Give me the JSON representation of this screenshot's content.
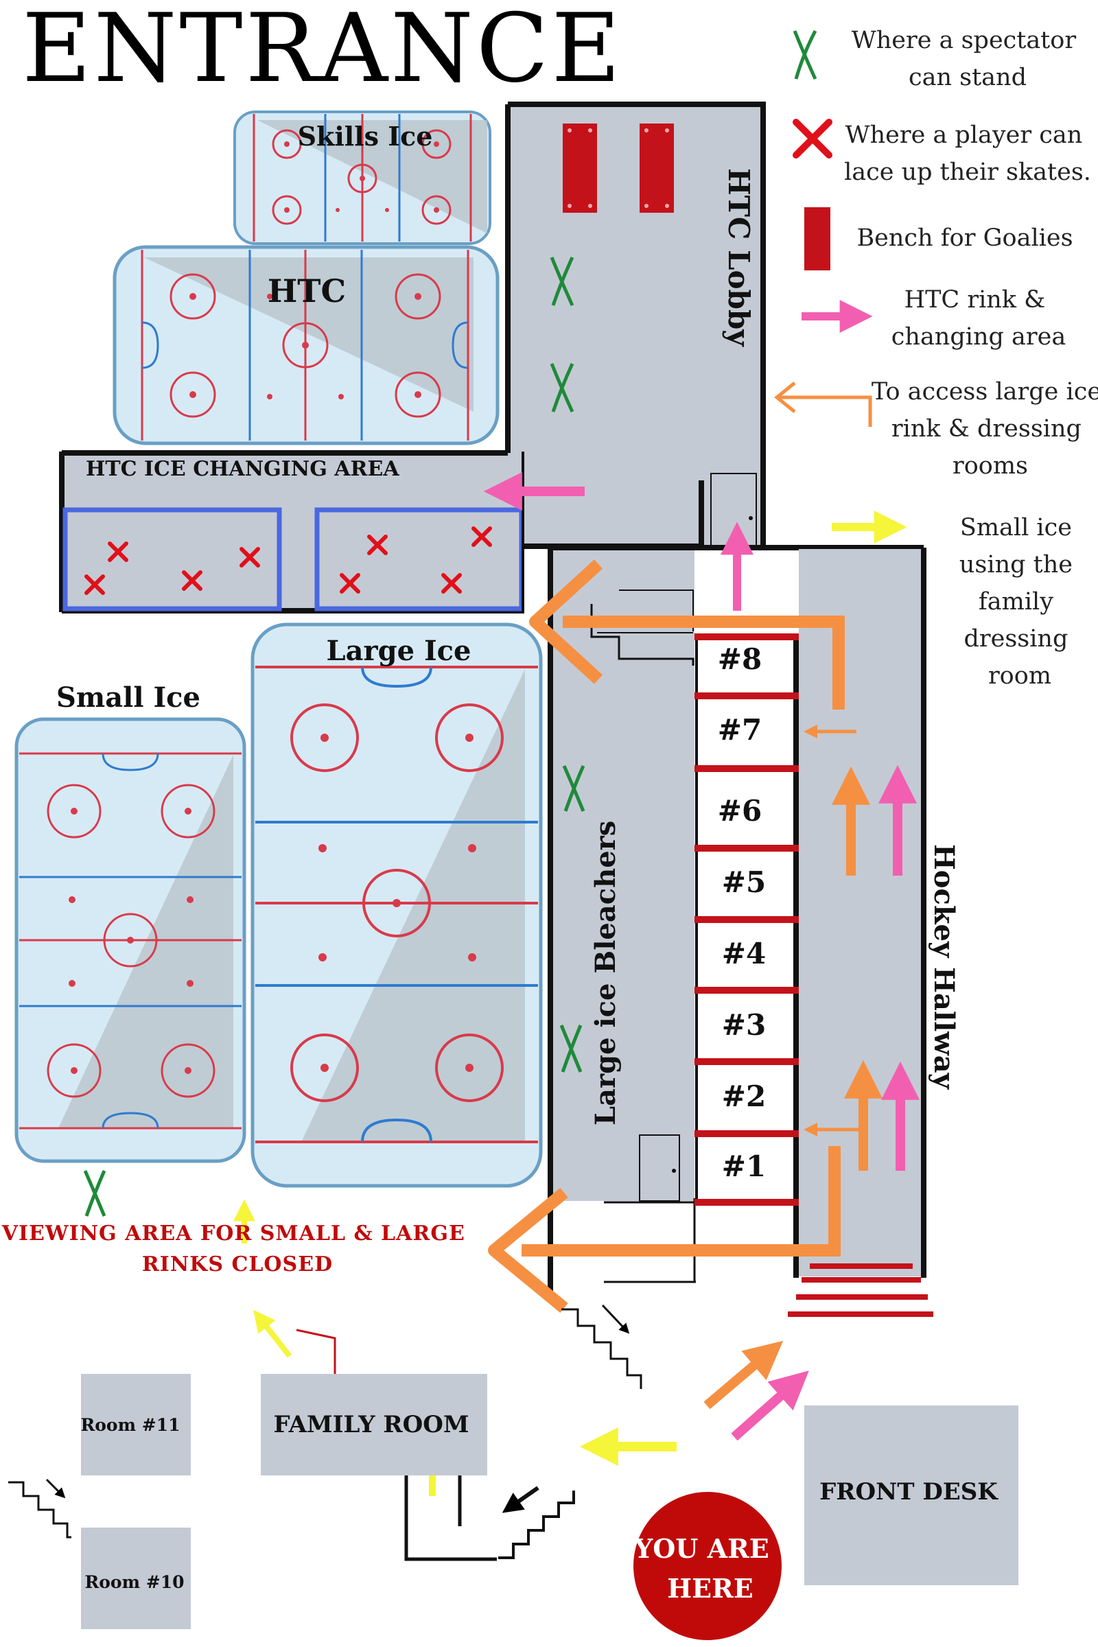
{
  "title": "ENTRANCE",
  "legend": [
    {
      "icon": "green-x-icon",
      "text": [
        "Where a spectator",
        "can stand"
      ]
    },
    {
      "icon": "red-x-icon",
      "text": [
        "Where a player can",
        "lace up their skates."
      ]
    },
    {
      "icon": "red-bench-icon",
      "text": [
        "Bench for Goalies"
      ]
    },
    {
      "icon": "pink-arrow-icon",
      "text": [
        "HTC rink &",
        "changing area"
      ]
    },
    {
      "icon": "orange-arrow-icon",
      "text": [
        "To access large ice",
        "rink & dressing",
        "rooms"
      ]
    },
    {
      "icon": "yellow-arrow-icon",
      "text": [
        "Small ice",
        "using the",
        "family",
        "dressing",
        "room"
      ]
    }
  ],
  "rinks": {
    "skills": "Skills Ice",
    "htc": "HTC",
    "large": "Large Ice",
    "small": "Small Ice"
  },
  "areas": {
    "htc_lobby": "HTC Lobby",
    "htc_changing": "HTC ICE CHANGING AREA",
    "bleachers": "Large ice Bleachers",
    "hallway": "Hockey Hallway",
    "viewing_line1": "VIEWING AREA FOR SMALL & LARGE",
    "viewing_line2": "RINKS CLOSED",
    "room11": "Room #11",
    "room10": "Room #10",
    "family_room": "FAMILY ROOM",
    "front_desk": "FRONT DESK",
    "you_are_here_1": "YOU ARE",
    "you_are_here_2": "HERE"
  },
  "dressing_rooms": [
    "#8",
    "#7",
    "#6",
    "#5",
    "#4",
    "#3",
    "#2",
    "#1"
  ],
  "colors": {
    "ice": "#d6eaf5",
    "ice_border": "#6a9fc5",
    "red_line": "#d93a4a",
    "blue_line": "#2f7bd0",
    "gray_area": "#c4cad4",
    "bench": "#c4121a",
    "green_x": "#1f8a3a",
    "red_x": "#e0101a",
    "pink": "#f25fb0",
    "orange": "#f59042",
    "yellow": "#f5f53a",
    "you_are_here": "#c00a0a",
    "viewing_text": "#c00a0a"
  }
}
